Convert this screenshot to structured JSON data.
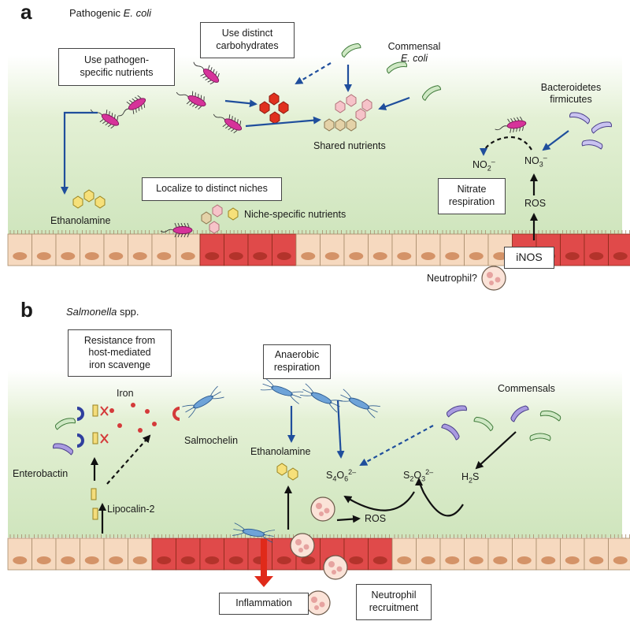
{
  "panel_a": {
    "letter": "a",
    "title_plain": "Pathogenic ",
    "title_italic": "E. coli",
    "boxes": {
      "pathogen_nutrients": "Use pathogen-\nspecific nutrients",
      "distinct_carbs": "Use distinct\ncarbohydrates",
      "distinct_niches": "Localize to distinct niches",
      "nitrate_respiration": "Nitrate\nrespiration",
      "inos": "iNOS"
    },
    "labels": {
      "commensal_line1": "Commensal",
      "commensal_line2": "E. coli",
      "bacteroidetes_line1": "Bacteroidetes",
      "bacteroidetes_line2": "firmicutes",
      "shared_nutrients": "Shared nutrients",
      "ethanolamine": "Ethanolamine",
      "niche_nutrients": "Niche-specific nutrients",
      "ros": "ROS",
      "neutrophil": "Neutrophil?",
      "no2": "NO",
      "no2_sub": "2",
      "no2_sup": "–",
      "no3": "NO",
      "no3_sub": "3",
      "no3_sup": "–"
    }
  },
  "panel_b": {
    "letter": "b",
    "title_italic": "Salmonella",
    "title_plain": " spp.",
    "boxes": {
      "resistance": "Resistance from\nhost-mediated\niron scavenge",
      "anaerobic": "Anaerobic\nrespiration",
      "inflammation": "Inflammation",
      "neutrophil_recruitment": "Neutrophil\nrecruitment"
    },
    "labels": {
      "iron": "Iron",
      "salmochelin": "Salmochelin",
      "enterobactin": "Enterobactin",
      "lipocalin": "Lipocalin-2",
      "ethanolamine": "Ethanolamine",
      "commensals": "Commensals",
      "ros": "ROS",
      "s4o6": "S",
      "s4o6_a": "4",
      "s4o6_b": "O",
      "s4o6_c": "6",
      "s4o6_sup": "2–",
      "s2o3": "S",
      "s2o3_a": "2",
      "s2o3_b": "O",
      "s2o3_c": "3",
      "s2o3_sup": "2–",
      "h2s": "H",
      "h2s_a": "2",
      "h2s_b": "S"
    }
  },
  "colors": {
    "lumen_green": "#d7e9c4",
    "pathogen": "#d6339a",
    "salmonella": "#6ea3d8",
    "commensal_green": "#9bd08a",
    "commensal_purple": "#a99be0",
    "arrow_blue": "#1f4e9c",
    "inflamed_cell": "#e04a4a",
    "normal_cell": "#f6d9bf",
    "nucleus": "#d49368",
    "inflammation_arrow": "#e02a1a"
  }
}
